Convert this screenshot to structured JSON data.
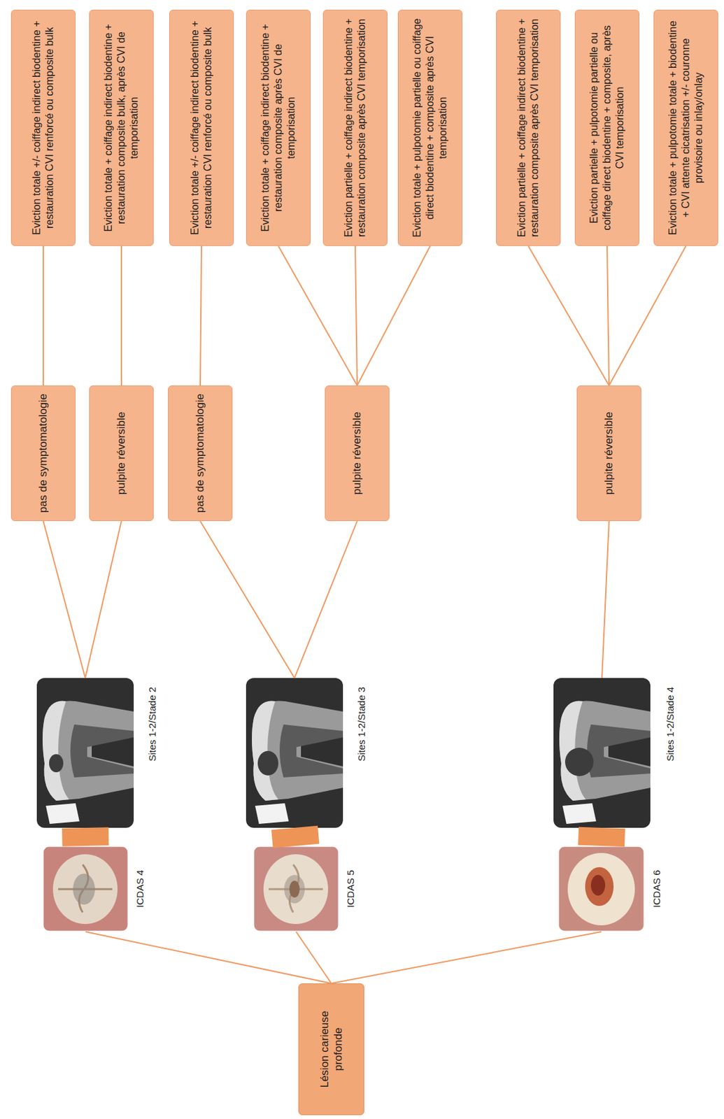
{
  "diagram": {
    "nodes": [
      {
        "text": [
          "Lésion carieuse profonde"
        ]
      },
      {
        "text": [
          "ICDAS 4"
        ]
      },
      {
        "text": [
          "Sites 1-2/Stade 2"
        ]
      },
      {
        "text": [
          "ICDAS 5"
        ]
      },
      {
        "text": [
          "Sites 1-2/Stade 3"
        ]
      },
      {
        "text": [
          "ICDAS 6"
        ]
      },
      {
        "text": [
          "Sites 1-2/Stade 4"
        ]
      },
      {
        "text": [
          "pas de symptomatologie"
        ]
      },
      {
        "text": [
          "pulpite réversible"
        ]
      },
      {
        "text": [
          "pas de symptomatologie"
        ]
      },
      {
        "text": [
          "pulpite réversible"
        ]
      },
      {
        "text": [
          "pulpite réversible"
        ]
      },
      {
        "text": [
          "Eviction totale +/- coiffage indirect biodentine + restauration CVI renforcé ou composite bulk"
        ]
      },
      {
        "text": [
          "Eviction totale + coiffage indirect biodentine + restauration composite bulk, après CVI de temporisation"
        ]
      },
      {
        "text": [
          "Eviction totale +/- coiffage indirect biodentine + restauration CVI renforcé ou composite bulk"
        ]
      },
      {
        "text": [
          "Eviction totale + coiffage indirect biodentine + restauration composite après CVI de temporisation"
        ]
      },
      {
        "text": [
          "Eviction partielle + coiffage indirect biodentine + restauration composite après CVI temporisation"
        ]
      },
      {
        "text": [
          "Eviction totale + pulpotomie partielle ou coiffage direct biodentine + composite après CVI temporisation"
        ]
      },
      {
        "text": [
          "Eviction partielle + coiffage indirect biodentine + restauration composite après CVI temporisation"
        ]
      },
      {
        "text": [
          "Eviction partielle + pulpotomie partielle ou coiffage direct biodentine + composite, après CVI temporisation"
        ]
      },
      {
        "text": [
          "Eviction totale + pulpotomie totale + biodentine + CVI attente cicatrisation +/- couronne provisoire ou inlay/onlay"
        ]
      }
    ],
    "edges": [
      {
        "from": 0,
        "to": 1,
        "arrow": "none"
      },
      {
        "from": 0,
        "to": 3,
        "arrow": "none"
      },
      {
        "from": 0,
        "to": 5,
        "arrow": "none"
      },
      {
        "from": 1,
        "to": 2,
        "arrow": "none"
      },
      {
        "from": 3,
        "to": 4,
        "arrow": "none"
      },
      {
        "from": 5,
        "to": 6,
        "arrow": "none"
      },
      {
        "from": 2,
        "to": 7,
        "arrow": "none"
      },
      {
        "from": 2,
        "to": 8,
        "arrow": "none"
      },
      {
        "from": 4,
        "to": 9,
        "arrow": "none"
      },
      {
        "from": 4,
        "to": 10,
        "arrow": "none"
      },
      {
        "from": 6,
        "to": 11,
        "arrow": "none"
      },
      {
        "from": 7,
        "to": 12,
        "arrow": "none"
      },
      {
        "from": 8,
        "to": 13,
        "arrow": "none"
      },
      {
        "from": 9,
        "to": 14,
        "arrow": "none"
      },
      {
        "from": 10,
        "to": 15,
        "arrow": "none"
      },
      {
        "from": 10,
        "to": 16,
        "arrow": "none"
      },
      {
        "from": 10,
        "to": 17,
        "arrow": "none"
      },
      {
        "from": 11,
        "to": 18,
        "arrow": "none"
      },
      {
        "from": 11,
        "to": 19,
        "arrow": "none"
      },
      {
        "from": 11,
        "to": 20,
        "arrow": "none"
      }
    ]
  }
}
